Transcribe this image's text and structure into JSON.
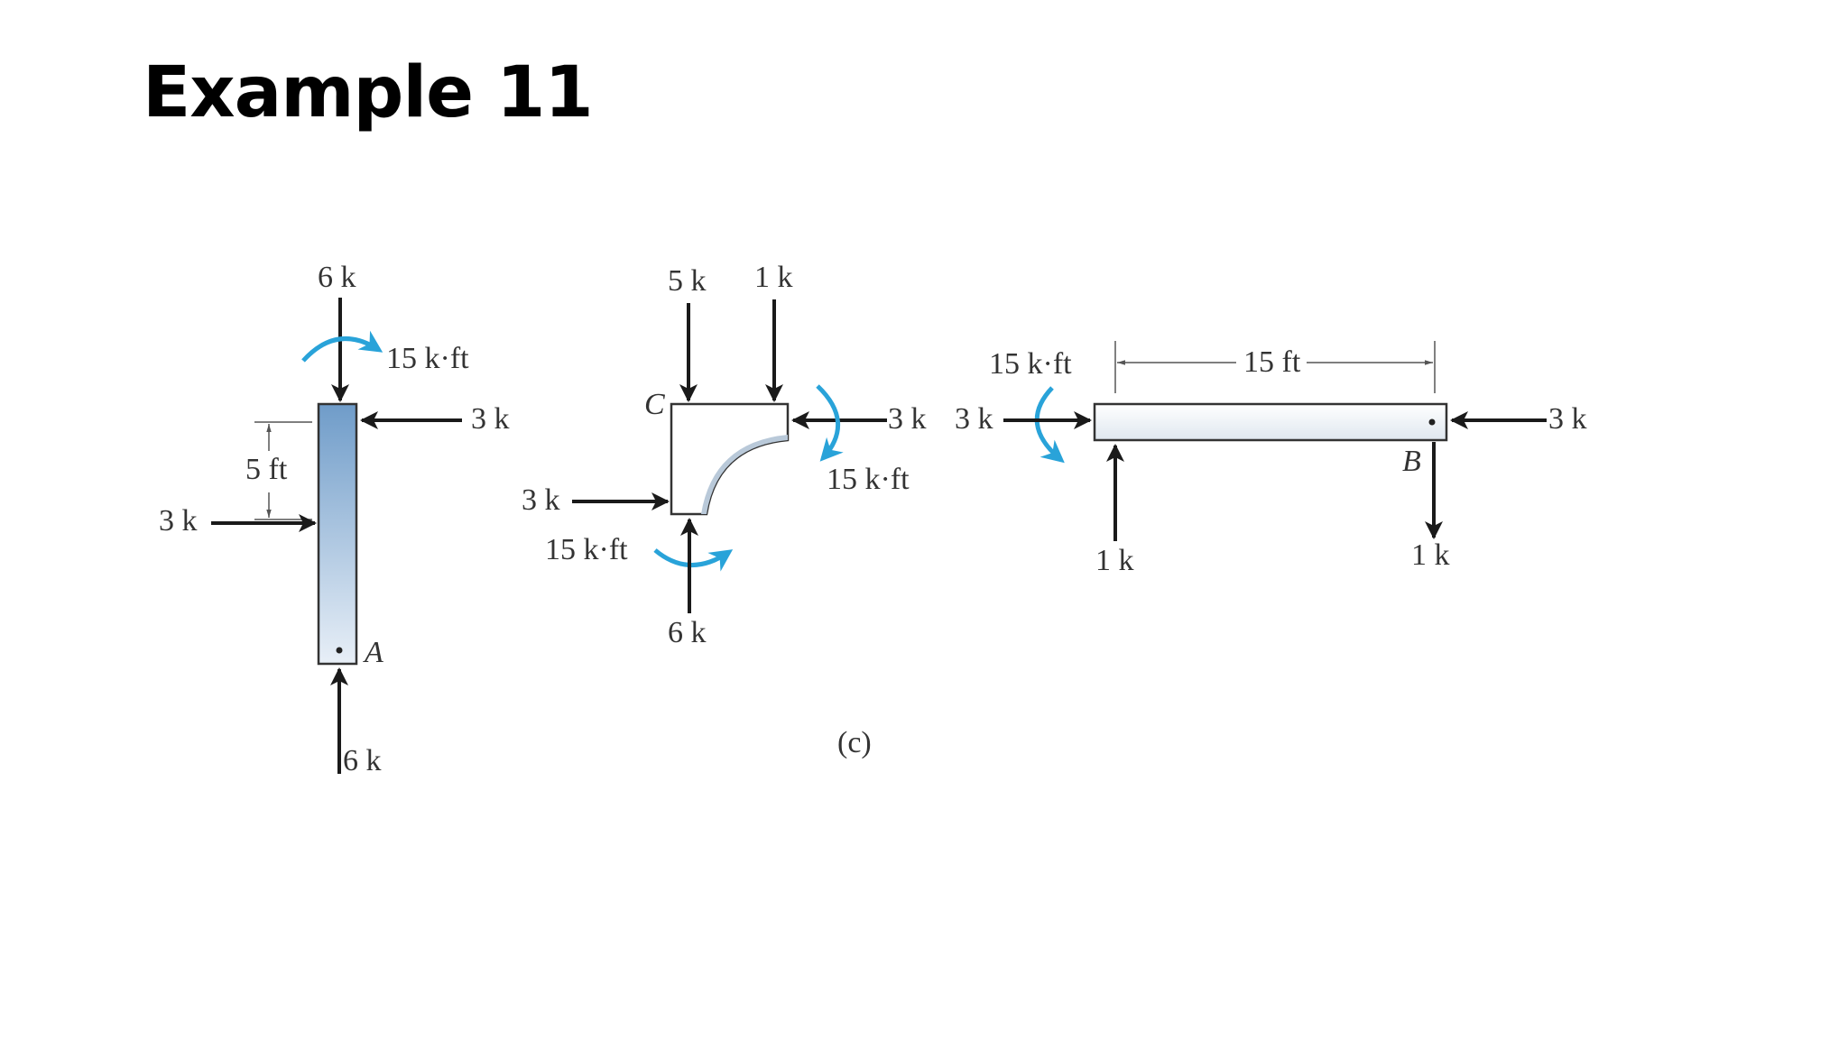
{
  "title": "Example 11",
  "colors": {
    "moment_arrow": "#29a3d9",
    "member_fill_column": "#8fb3d6",
    "force_arrow": "#1a1a1a"
  },
  "column": {
    "top_force": "6 k",
    "top_moment": "15 k·ft",
    "right_force": "3 k",
    "dimension": "5 ft",
    "left_force": "3 k",
    "point_label": "A",
    "bottom_force": "6 k"
  },
  "corner": {
    "top_left_force": "5 k",
    "top_right_force": "1 k",
    "point_label": "C",
    "right_force": "3 k",
    "right_moment": "15 k·ft",
    "left_force": "3 k",
    "bottom_moment": "15 k·ft",
    "bottom_force": "6 k"
  },
  "beam": {
    "left_moment": "15 k·ft",
    "span": "15 ft",
    "left_force": "3 k",
    "right_force": "3 k",
    "point_label": "B",
    "left_reaction": "1 k",
    "right_reaction": "1 k"
  },
  "caption": "(c)"
}
